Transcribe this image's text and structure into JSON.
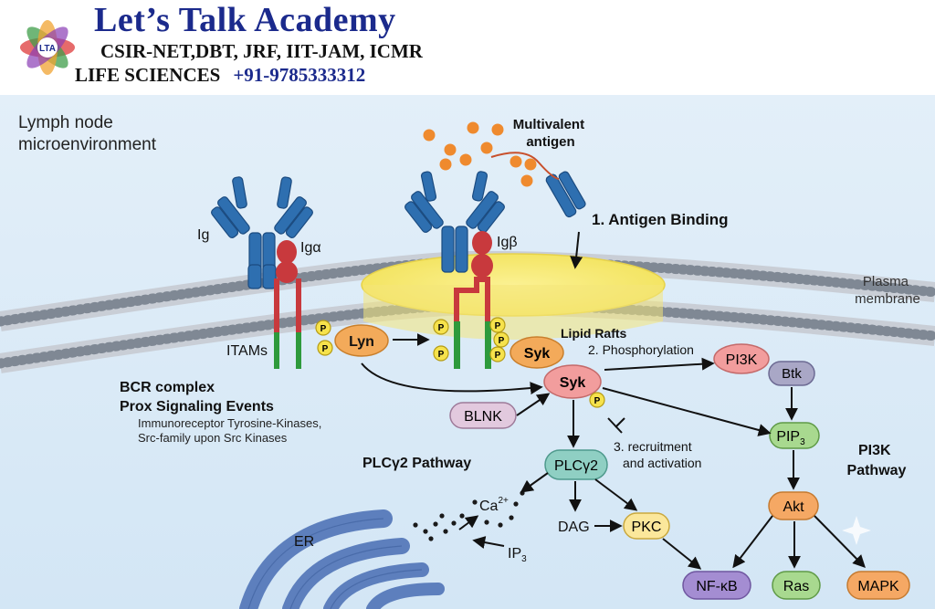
{
  "header": {
    "title": "Let’s Talk Academy",
    "exams": "CSIR-NET,DBT, JRF, IIT-JAM, ICMR",
    "subject": "LIFE SCIENCES",
    "phone": "+91-9785333312",
    "logo_text": "LTA"
  },
  "diagram": {
    "environment": [
      "Lymph node",
      "microenvironment"
    ],
    "antigen": [
      "Multivalent",
      "antigen"
    ],
    "step1": "1. Antigen Binding",
    "ig": "Ig",
    "igalpha": "Igα",
    "igbeta": "Igβ",
    "itams": "ITAMs",
    "lyn": "Lyn",
    "syk": "Syk",
    "lipid_rafts": "Lipid Rafts",
    "step2": "2. Phosphorylation",
    "membrane": [
      "Plasma",
      "membrane"
    ],
    "bcr": [
      "BCR complex",
      "Prox Signaling Events"
    ],
    "bcr_desc": [
      "Immunoreceptor Tyrosine-Kinases,",
      "Src-family upon Src Kinases"
    ],
    "blnk": "BLNK",
    "step3": [
      "3. recruitment",
      "and activation"
    ],
    "plc_pathway": "PLCγ2 Pathway",
    "plcg2": "PLCγ2",
    "ca": "Ca",
    "ca_sup": "2+",
    "dag": "DAG",
    "pkc": "PKC",
    "ip3": "IP",
    "ip3_sub": "3",
    "er": "ER",
    "nfkb": "NF-κB",
    "pi3k": "PI3K",
    "btk": "Btk",
    "pip3": "PIP",
    "pip3_sub": "3",
    "akt": "Akt",
    "ras": "Ras",
    "mapk": "MAPK",
    "pi3k_pathway": [
      "PI3K",
      "Pathway"
    ],
    "phospho": "P"
  },
  "colors": {
    "brand": "#1b2a8c",
    "background": "#dcebf7",
    "raft": "#f6e86a",
    "antibody": "#2e6fb0",
    "igalpha": "#c8393d",
    "itam": "#2e9a3c",
    "kinase": "#f3aa5a",
    "syk": "#f29d9d",
    "plcg2": "#8fcfc3",
    "nodes_purple": "#a48dd2",
    "nodes_green": "#a8d98f",
    "nodes_orange": "#f5a864",
    "nodes_yellow": "#fbe79b"
  }
}
